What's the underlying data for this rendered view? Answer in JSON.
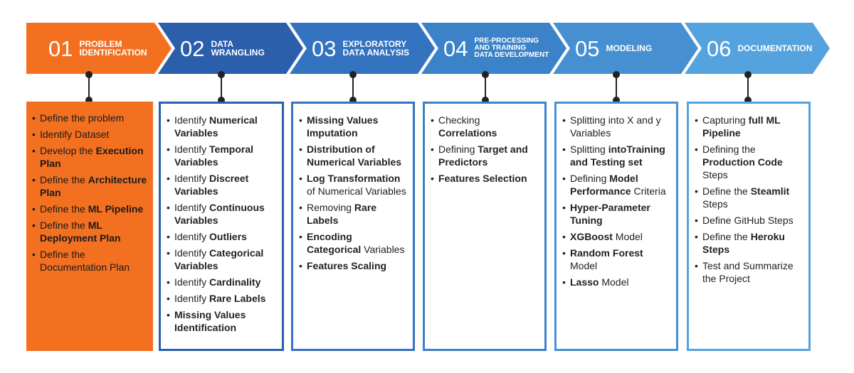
{
  "colors": {
    "orange": "#f37021",
    "stage2": "#2b5eab",
    "stage3": "#3473bf",
    "stage4": "#3b82c8",
    "stage5": "#4690d2",
    "stage6": "#55a3de"
  },
  "stages": [
    {
      "number": "01",
      "label_lines": [
        "PROBLEM",
        "IDENTIFICATION"
      ],
      "items": [
        [
          {
            "t": "Define the problem",
            "b": false
          }
        ],
        [
          {
            "t": "Identify Dataset",
            "b": false
          }
        ],
        [
          {
            "t": "Develop the ",
            "b": false
          },
          {
            "t": "Execution Plan",
            "b": true
          }
        ],
        [
          {
            "t": "Define the ",
            "b": false
          },
          {
            "t": "Architecture Plan",
            "b": true
          }
        ],
        [
          {
            "t": "Define the ",
            "b": false
          },
          {
            "t": "ML Pipeline",
            "b": true
          }
        ],
        [
          {
            "t": "Define the ",
            "b": false
          },
          {
            "t": "ML Deployment Plan",
            "b": true
          }
        ],
        [
          {
            "t": "Define the Documentation Plan",
            "b": false
          }
        ]
      ]
    },
    {
      "number": "02",
      "label_lines": [
        "DATA",
        "WRANGLING"
      ],
      "items": [
        [
          {
            "t": "Identify ",
            "b": false
          },
          {
            "t": "Numerical Variables",
            "b": true
          }
        ],
        [
          {
            "t": "Identify ",
            "b": false
          },
          {
            "t": "Temporal Variables",
            "b": true
          }
        ],
        [
          {
            "t": "Identify ",
            "b": false
          },
          {
            "t": "Discreet Variables",
            "b": true
          }
        ],
        [
          {
            "t": "Identify ",
            "b": false
          },
          {
            "t": "Continuous Variables",
            "b": true
          }
        ],
        [
          {
            "t": "Identify ",
            "b": false
          },
          {
            "t": "Outliers",
            "b": true
          }
        ],
        [
          {
            "t": "Identify ",
            "b": false
          },
          {
            "t": "Categorical Variables",
            "b": true
          }
        ],
        [
          {
            "t": "Identify ",
            "b": false
          },
          {
            "t": "Cardinality",
            "b": true
          }
        ],
        [
          {
            "t": "Identify ",
            "b": false
          },
          {
            "t": "Rare Labels",
            "b": true
          }
        ],
        [
          {
            "t": "Missing Values Identification",
            "b": true
          }
        ]
      ]
    },
    {
      "number": "03",
      "label_lines": [
        "EXPLORATORY",
        "DATA ANALYSIS"
      ],
      "items": [
        [
          {
            "t": "Missing Values Imputation",
            "b": true
          }
        ],
        [
          {
            "t": "Distribution of Numerical Variables",
            "b": true
          }
        ],
        [
          {
            "t": "Log Transformation",
            "b": true
          },
          {
            "t": " of Numerical Variables",
            "b": false
          }
        ],
        [
          {
            "t": "Removing ",
            "b": false
          },
          {
            "t": "Rare Labels",
            "b": true
          }
        ],
        [
          {
            "t": "Encoding Categorical",
            "b": true
          },
          {
            "t": " Variables",
            "b": false
          }
        ],
        [
          {
            "t": "Features Scaling",
            "b": true
          }
        ]
      ]
    },
    {
      "number": "04",
      "label_lines": [
        "PRE-PROCESSING",
        "AND TRAINING",
        "DATA DEVELOPMENT"
      ],
      "items": [
        [
          {
            "t": "Checking ",
            "b": false
          },
          {
            "t": "Correlations",
            "b": true
          }
        ],
        [
          {
            "t": "Defining ",
            "b": false
          },
          {
            "t": "Target and Predictors",
            "b": true
          }
        ],
        [
          {
            "t": "Features Selection",
            "b": true
          }
        ]
      ]
    },
    {
      "number": "05",
      "label_lines": [
        "MODELING"
      ],
      "items": [
        [
          {
            "t": "Splitting into X and y Variables",
            "b": false
          }
        ],
        [
          {
            "t": "Splitting ",
            "b": false
          },
          {
            "t": "intoTraining and Testing set",
            "b": true
          }
        ],
        [
          {
            "t": "Defining ",
            "b": false
          },
          {
            "t": "Model Performance",
            "b": true
          },
          {
            "t": " Criteria",
            "b": false
          }
        ],
        [
          {
            "t": "Hyper-Parameter Tuning",
            "b": true
          }
        ],
        [
          {
            "t": "XGBoost",
            "b": true
          },
          {
            "t": " Model",
            "b": false
          }
        ],
        [
          {
            "t": "Random Forest",
            "b": true
          },
          {
            "t": " Model",
            "b": false
          }
        ],
        [
          {
            "t": "Lasso",
            "b": true
          },
          {
            "t": " Model",
            "b": false
          }
        ]
      ]
    },
    {
      "number": "06",
      "label_lines": [
        "DOCUMENTATION"
      ],
      "items": [
        [
          {
            "t": "Capturing ",
            "b": false
          },
          {
            "t": "full ML Pipeline",
            "b": true
          }
        ],
        [
          {
            "t": "Defining the ",
            "b": false
          },
          {
            "t": "Production Code",
            "b": true
          },
          {
            "t": " Steps",
            "b": false
          }
        ],
        [
          {
            "t": "Define the ",
            "b": false
          },
          {
            "t": "Steamlit",
            "b": true
          },
          {
            "t": " Steps",
            "b": false
          }
        ],
        [
          {
            "t": "Define GitHub Steps",
            "b": false
          }
        ],
        [
          {
            "t": "Define the ",
            "b": false
          },
          {
            "t": "Heroku Steps",
            "b": true
          }
        ],
        [
          {
            "t": "Test and Summarize the Project",
            "b": false
          }
        ]
      ]
    }
  ]
}
